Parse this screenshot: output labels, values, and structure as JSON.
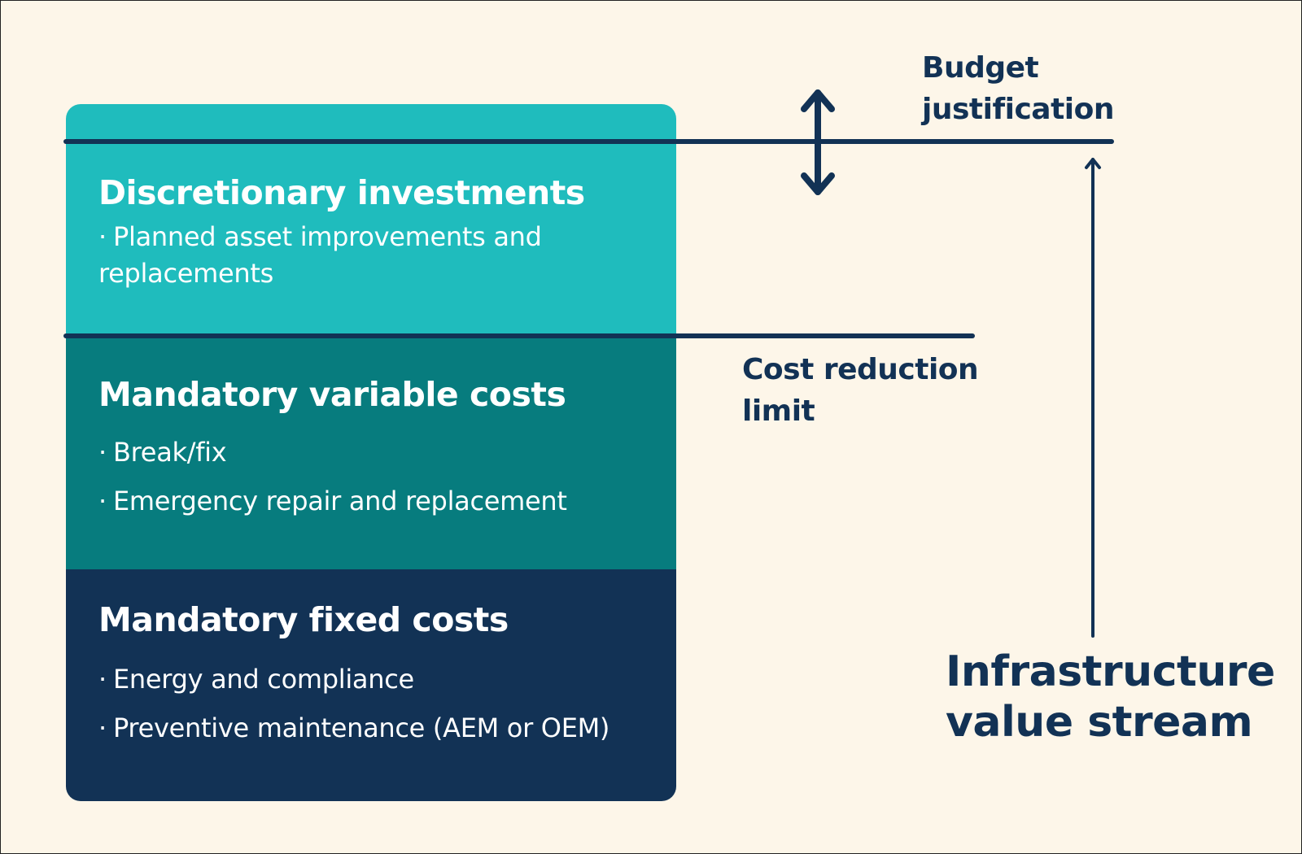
{
  "tiers": [
    {
      "title": "Discretionary investments",
      "bullets": [
        "Planned asset improvements and replacements"
      ]
    },
    {
      "title": "Mandatory variable costs",
      "bullets": [
        "Break/fix",
        "Emergency repair and replacement"
      ]
    },
    {
      "title": "Mandatory fixed costs",
      "bullets": [
        "Energy and compliance",
        "Preventive maintenance (AEM or OEM)"
      ]
    }
  ],
  "labels": {
    "budget_line1": "Budget",
    "budget_line2": "justification",
    "cost_line1": "Cost reduction",
    "cost_line2": "limit",
    "infra_line1": "Infrastructure",
    "infra_line2": "value stream"
  },
  "colors": {
    "background": "#fdf6e9",
    "discretionary": "#1fbcbd",
    "variable": "#077c7e",
    "fixed": "#123255",
    "ink": "#123255"
  },
  "icons": {
    "budget_arrow": "double-headed-vertical-arrow",
    "value_stream_arrow": "up-arrow"
  }
}
